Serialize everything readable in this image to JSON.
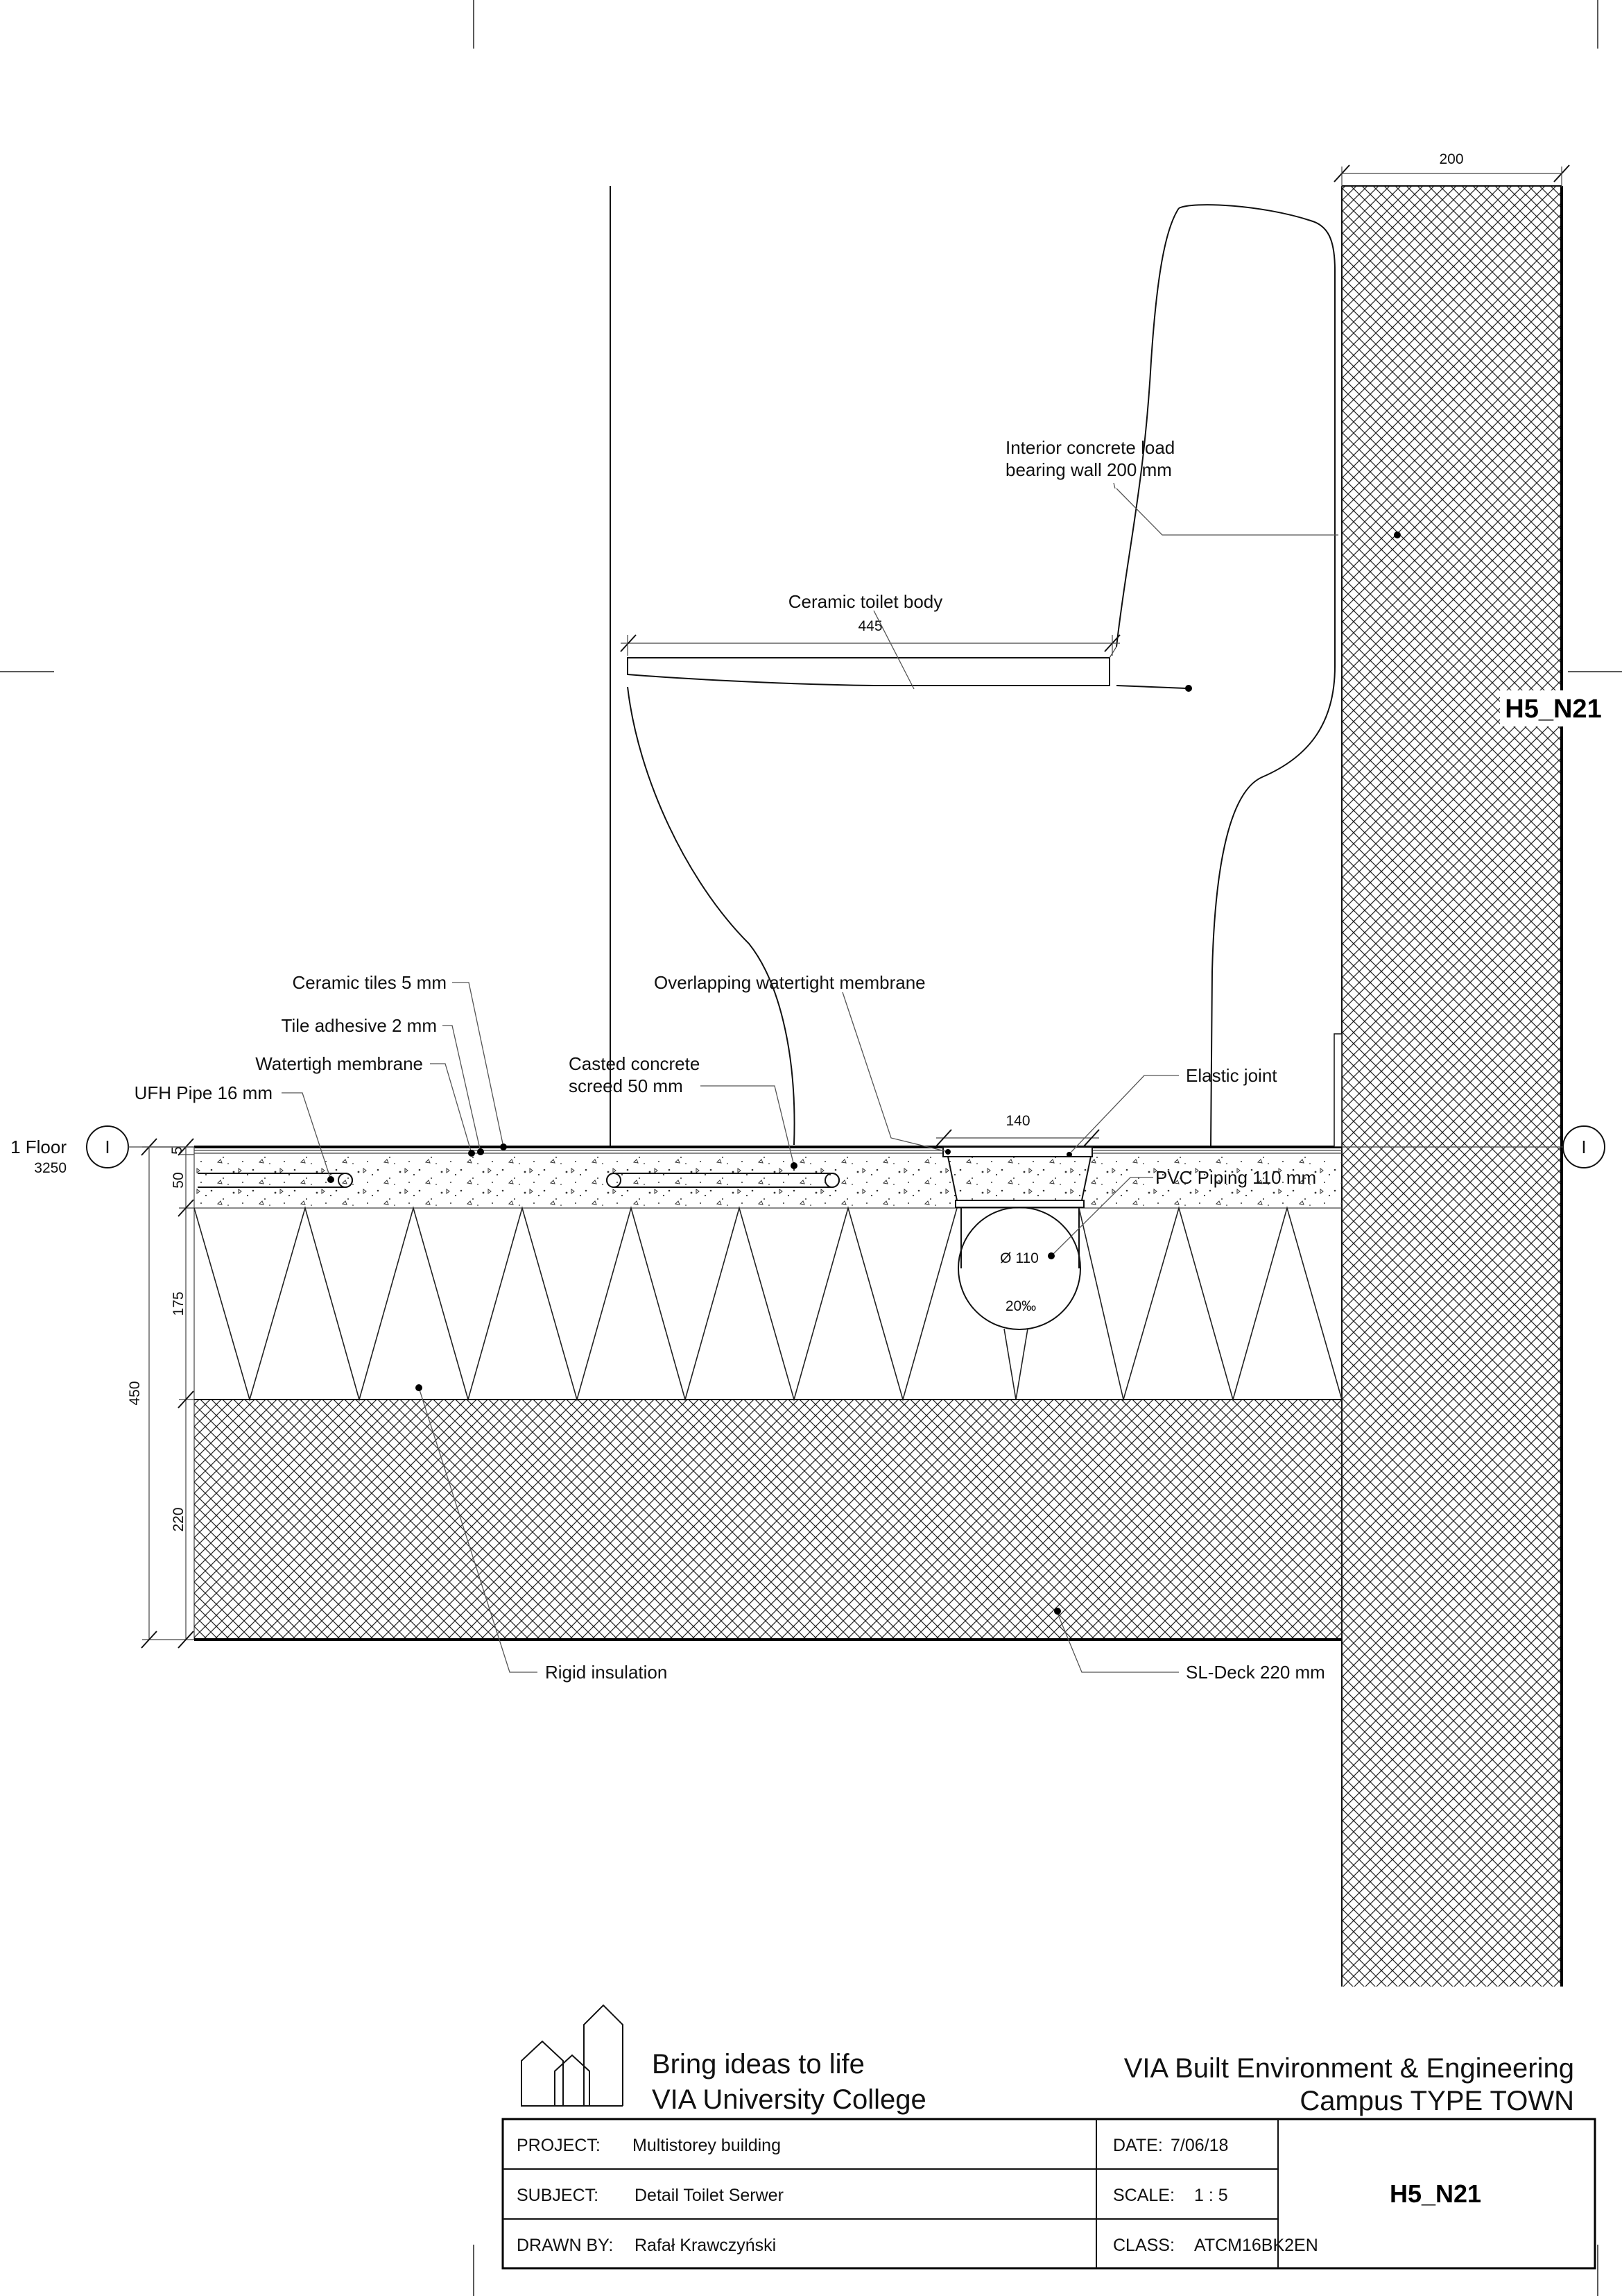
{
  "drawing": {
    "reference_tag": "H5_N21",
    "level": {
      "name": "1 Floor",
      "elevation": "3250",
      "axis_marker": "I"
    },
    "dimensions": {
      "wall_thickness": "200",
      "seat_length": "445",
      "drain_width": "140",
      "pipe_diameter": "Ø 110",
      "slope": "20‰",
      "tiles": "5",
      "screed": "50",
      "insulation": "175",
      "total": "450",
      "deck": "220"
    },
    "labels": {
      "wall": [
        "Interior concrete load",
        "bearing wall 200 mm"
      ],
      "toilet": "Ceramic toilet body",
      "ceramic_tiles": "Ceramic tiles 5 mm",
      "tile_adhesive": "Tile adhesive 2 mm",
      "membrane": "Watertigh membrane",
      "ufh_pipe": "UFH Pipe 16 mm",
      "screed": [
        "Casted concrete",
        "screed 50 mm"
      ],
      "overlap_membrane": "Overlapping watertight membrane",
      "elastic_joint": "Elastic joint",
      "pvc_piping": "PVC Piping 110 mm",
      "rigid_insulation": "Rigid insulation",
      "sl_deck": "SL-Deck 220 mm"
    }
  },
  "title_block": {
    "slogan": [
      "Bring ideas to life",
      "VIA University College"
    ],
    "institution": [
      "VIA Built Environment & Engineering",
      "Campus TYPE TOWN"
    ],
    "project_label": "PROJECT:",
    "project_value": "Multistorey building",
    "subject_label": "SUBJECT:",
    "subject_value": "Detail Toilet Serwer",
    "drawn_label": "DRAWN BY:",
    "drawn_value": "Rafał Krawczyński",
    "date_label": "DATE:",
    "date_value": "7/06/18",
    "scale_label": "SCALE:",
    "scale_value": "1 : 5",
    "class_label": "CLASS:",
    "class_value": "ATCM16BK2EN",
    "drawing_number": "H5_N21"
  }
}
